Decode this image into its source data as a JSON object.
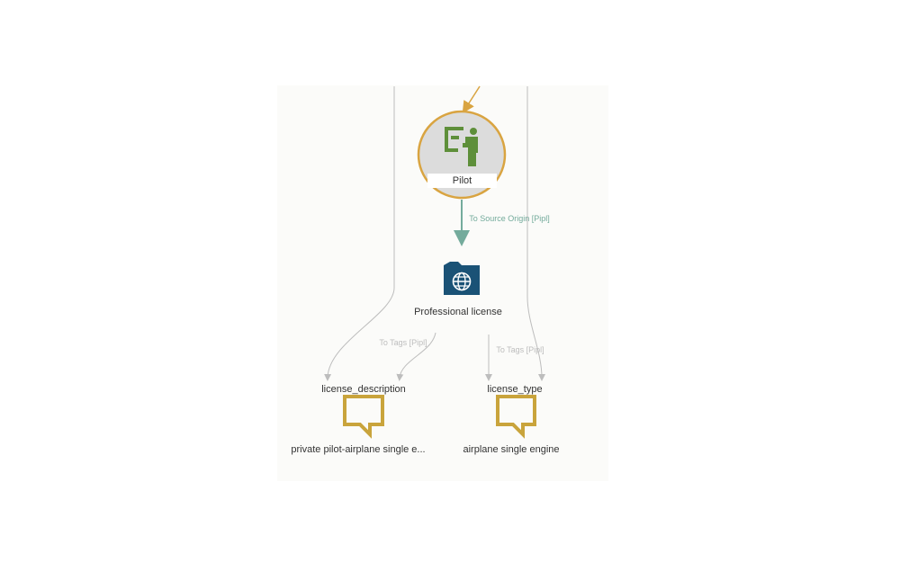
{
  "colors": {
    "node_ring": "#d9a441",
    "node_fill": "#dcdcdc",
    "pilot_icon": "#5e8f3a",
    "source_edge": "#74ab9c",
    "tag_edge": "#bdbdbd",
    "web_folder": "#1a5276",
    "tag_icon": "#c9a43c"
  },
  "nodes": {
    "pilot": {
      "label": "Pilot",
      "icon": "presenter-board-icon"
    },
    "professional_license": {
      "label": "Professional license",
      "icon": "globe-folder-icon"
    },
    "license_description": {
      "label": "license_description",
      "value": "private pilot-airplane single e...",
      "icon": "speech-bubble-icon"
    },
    "license_type": {
      "label": "license_type",
      "value": "airplane single engine",
      "icon": "speech-bubble-icon"
    }
  },
  "edges": {
    "source_origin": "To Source Origin [Pipl]",
    "tags_left": "To Tags [Pipl]",
    "tags_right": "To Tags [Pipl]"
  }
}
